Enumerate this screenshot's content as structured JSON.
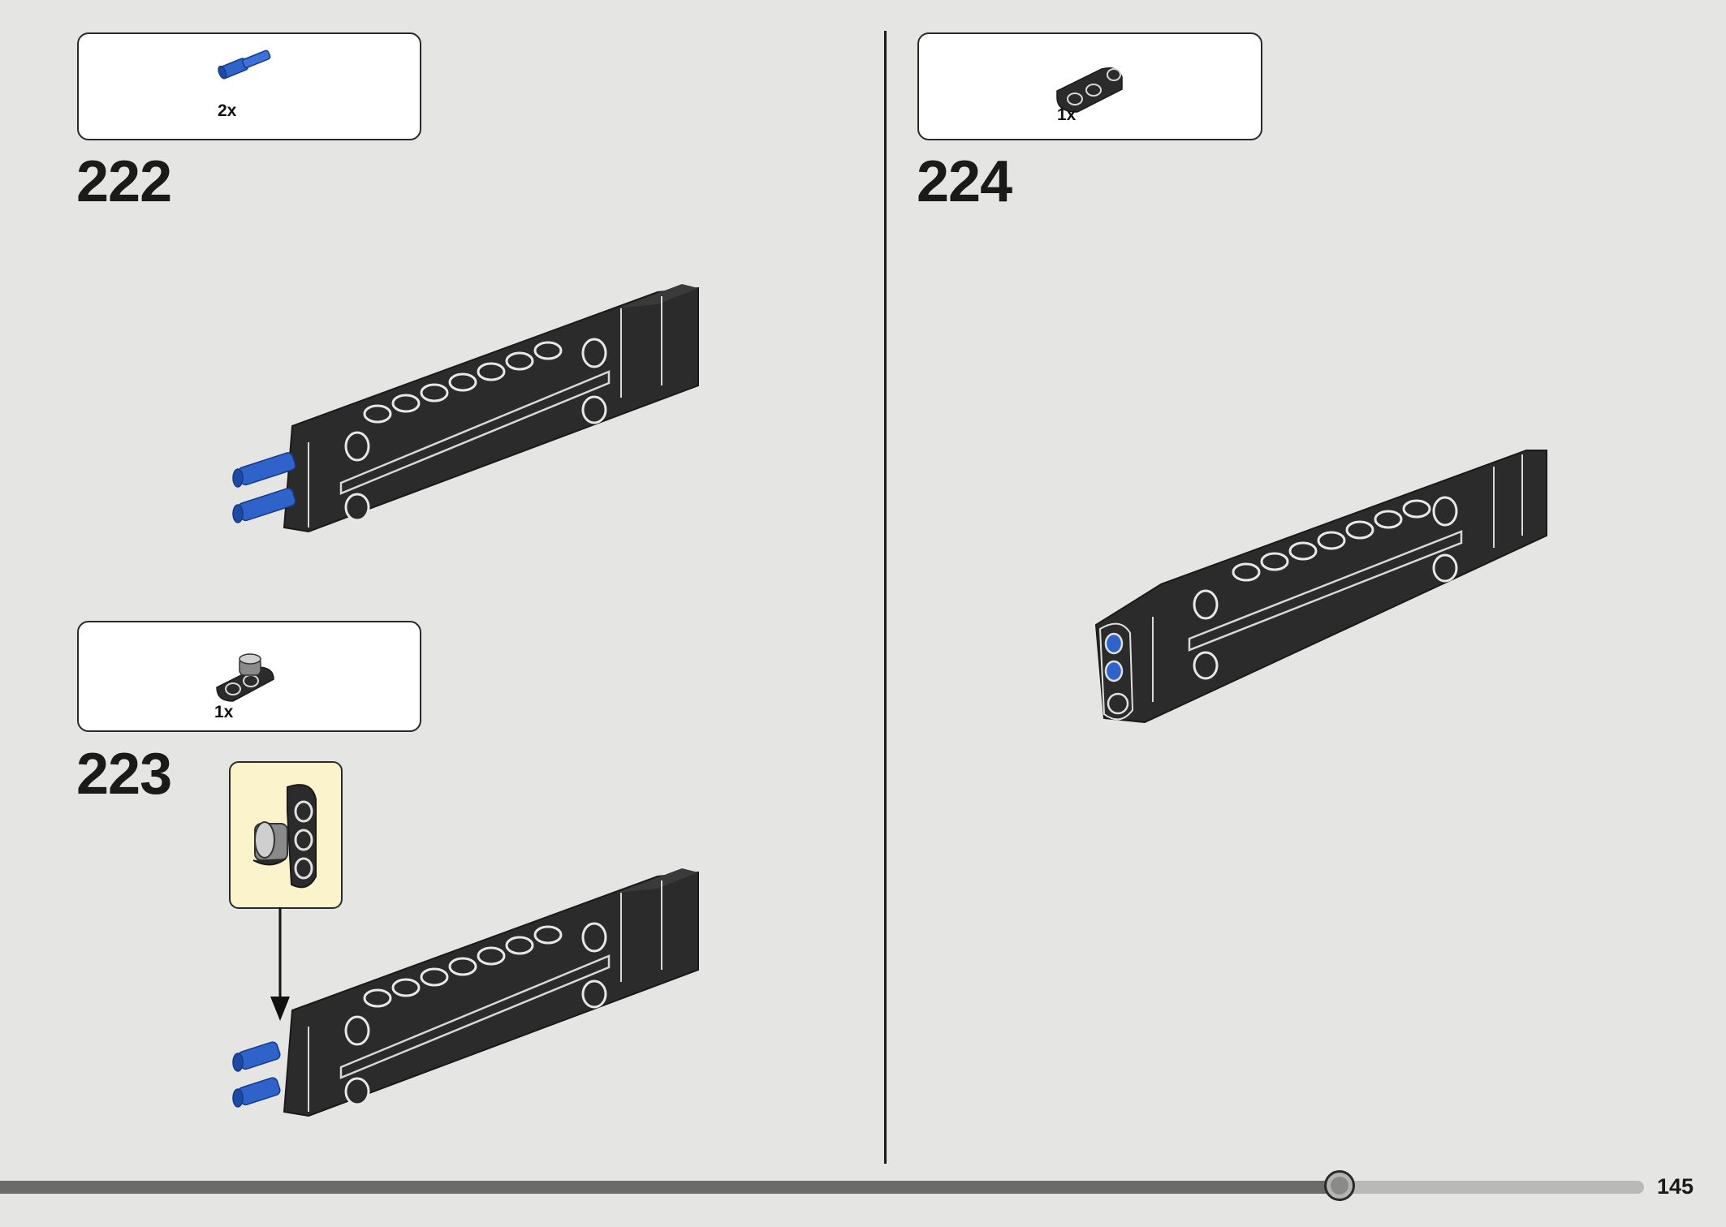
{
  "page": {
    "number": "145",
    "progress_fraction": 0.815
  },
  "steps": [
    {
      "number": "222",
      "parts_qty": "2x",
      "part_name": "blue-axle-pin-icon"
    },
    {
      "number": "223",
      "parts_qty": "1x",
      "part_name": "axle-connector-icon"
    },
    {
      "number": "224",
      "parts_qty": "1x",
      "part_name": "black-beam-connector-icon"
    }
  ],
  "colors": {
    "background": "#e5e5e4",
    "part_black": "#2b2b2b",
    "part_blue": "#2f63c9",
    "sub_callout": "#fbf3cc",
    "progress_fill": "#6b6b69"
  }
}
